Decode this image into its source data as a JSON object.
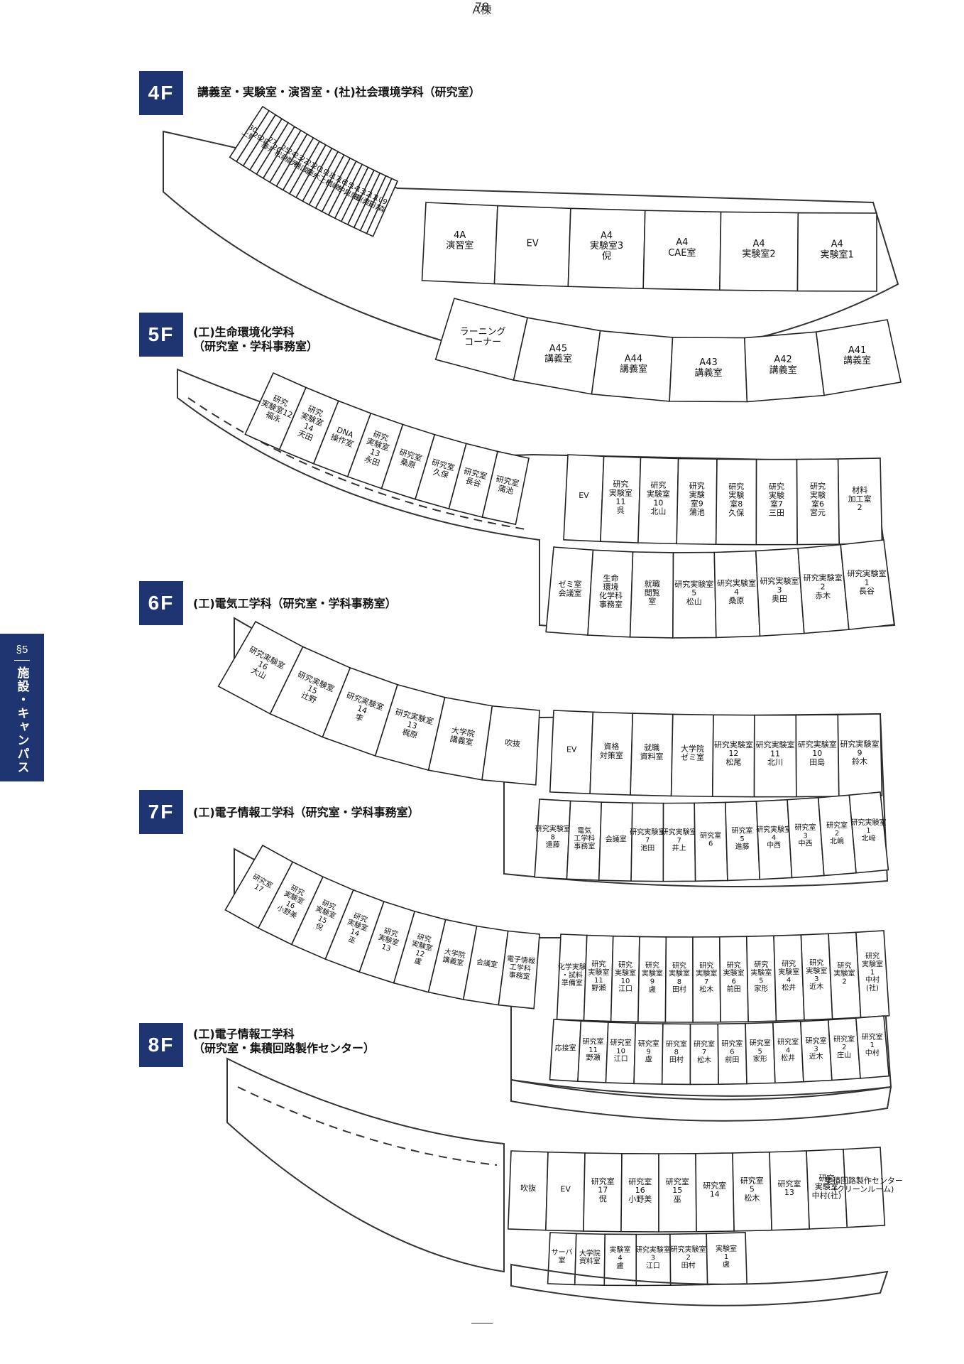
{
  "floors": [
    {
      "id": "4f",
      "badge": "4F",
      "title": "講義室・実験室・演習室・(社)社会環境学科（研究室）"
    },
    {
      "id": "5f",
      "badge": "5F",
      "title": "(工)生命環境化学科\n（研究室・学科事務室）"
    },
    {
      "id": "6f",
      "badge": "6F",
      "title": "(工)電気工学科（研究室・学科事務室）"
    },
    {
      "id": "7f",
      "badge": "7F",
      "title": "(工)電子情報工学科（研究室・学科事務室）"
    },
    {
      "id": "8f",
      "badge": "8F",
      "title": "(工)電子情報工学科\n（研究室・集積回路製作センター）"
    }
  ],
  "side_tab": {
    "section": "§5",
    "title": "施設・キャンパス"
  },
  "footer": {
    "building": "A棟",
    "page": "78"
  },
  "rooms": {
    "f4_upper": [
      "4A\n演習室",
      "EV",
      "A4\n実験室3\n倪",
      "A4\nCAE室",
      "A4\n実験室2",
      "A4\n実験室1"
    ],
    "f4_lower": [
      "ラーニング\nコーナー",
      "A45\n講義室",
      "A44\n講義室",
      "A43\n講義室",
      "A42\n講義室",
      "A41\n講義室"
    ],
    "f4_labs": [
      "30\n上野",
      "29",
      "28",
      "27\n藤井",
      "26",
      "25\n松藤",
      "24\n橘",
      "23\n尹",
      "22\n樋口",
      "21\n鄭",
      "20\n藤永",
      "19\n木下",
      "18\n上杉",
      "17\n楢崎",
      "16\n乾",
      "15\n中川",
      "14\n鬼頭",
      "13\n楊",
      "12\n田(久)",
      "11\n渡邉",
      "10\n田井",
      "9\n森"
    ],
    "f5_west": [
      "研究\n実験室12\n福永",
      "研究\n実験室\n14\n天田",
      "DNA\n操作室",
      "研究\n実験室\n13\n永田",
      "研究室\n桑原",
      "研究室\n久保",
      "研究室\n長谷",
      "研究室\n蒲池"
    ],
    "f5_east_upper": [
      "EV",
      "研究\n実験室\n11\n呉",
      "研究\n実験室\n10\n北山",
      "研究\n実験\n室9\n蒲池",
      "研究\n実験\n室8\n久保",
      "研究\n実験\n室7\n三田",
      "研究\n実験\n室6\n宮元",
      "材料\n加工室\n2"
    ],
    "f5_east_lower": [
      "ゼミ室\n会議室",
      "生命\n環境\n化学科\n事務室",
      "就職\n閲覧\n室",
      "研究実験室\n5\n松山",
      "研究実験室\n4\n桑原",
      "研究実験室\n3\n奥田",
      "研究実験室\n2\n赤木",
      "研究実験室\n1\n長谷"
    ],
    "f6_west": [
      "研究実験室\n16\n大山",
      "研究実験室\n15\n辻野",
      "研究実験室\n14\n李",
      "研究実験室\n13\n梶原",
      "大学院\n講義室",
      "吹抜"
    ],
    "f6_east_upper": [
      "EV",
      "資格\n対策室",
      "就職\n資料室",
      "大学院\nゼミ室",
      "研究実験室\n12\n松尾",
      "研究実験室\n11\n北川",
      "研究実験室\n10\n田島",
      "研究実験室\n9\n鈴木"
    ],
    "f6_east_lower": [
      "研究実験室\n8\n遠藤",
      "電気\n工学科\n事務室",
      "会議室",
      "研究実験室\n7\n池田",
      "研究実験室\n7\n井上",
      "研究室\n6",
      "研究室\n5\n進藤",
      "研究実験室\n4\n中西",
      "研究室\n3\n中西",
      "研究室\n2\n北嶋",
      "研究実験室\n1\n北﨑"
    ],
    "f7_west": [
      "研究室\n17",
      "研究\n実験室\n16\n小野美",
      "研究\n実験室\n15\n倪",
      "研究\n実験室\n14\n巫",
      "研究\n実験室\n13",
      "研究\n実験室\n12\n盧",
      "大学院\n講義室",
      "会議室",
      "電子情報\n工学科\n事務室"
    ],
    "f7_east_upper": [
      "化学実験\n・試料\n準備室",
      "研究\n実験室\n11\n野瀬",
      "研究\n実験室\n10\n江口",
      "研究\n実験室\n9\n盧",
      "研究\n実験室\n8\n田村",
      "研究\n実験室\n7\n松木",
      "研究\n実験室\n6\n前田",
      "研究\n実験室\n5\n家形",
      "研究\n実験室\n4\n松井",
      "研究\n実験室\n3\n近木",
      "研究\n実験室\n2",
      "研究\n実験室\n1\n中村\n(社)"
    ],
    "f7_east_lower": [
      "応接室",
      "研究室\n11\n野瀬",
      "研究室\n10\n江口",
      "研究室\n9\n盧",
      "研究室\n8\n田村",
      "研究室\n7\n松木",
      "研究室\n6\n前田",
      "研究室\n5\n家形",
      "研究室\n4\n松井",
      "研究室\n3\n近木",
      "研究室\n2\n庄山",
      "研究室\n1\n中村"
    ],
    "f8_upper": [
      "吹抜",
      "EV",
      "研究室\n17\n倪",
      "研究室\n16\n小野美",
      "研究室\n15\n巫",
      "研究室\n14",
      "研究室\n5\n松木",
      "研究室\n13",
      "研究\n実験室\n中村(社)",
      "集積回路製作センター\n(クリーンルーム)"
    ],
    "f8_lower": [
      "サーバ\n室",
      "大学院\n資料室",
      "実験室\n4\n盧",
      "研究実験室\n3\n江口",
      "研究実験室\n2\n田村",
      "実験室\n1\n盧"
    ]
  }
}
